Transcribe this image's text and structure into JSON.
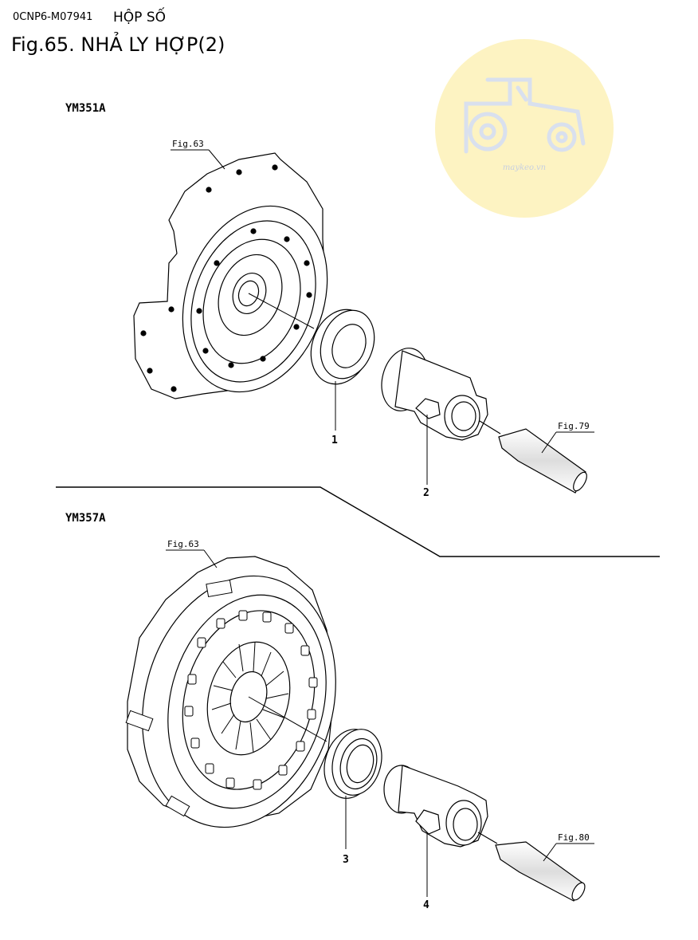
{
  "header": {
    "code": "0CNP6-M07941",
    "section": "HỘP SỐ",
    "figure_title": "Fig.65.  NHẢ LY HỢP(2)"
  },
  "watermark": {
    "text": "maykeo.vn",
    "icon": "tractor-logo-icon",
    "color": "#fdf3c2"
  },
  "models": [
    {
      "label": "YM351A",
      "refs": [
        "Fig.63",
        "Fig.79"
      ],
      "callouts": [
        "1",
        "2"
      ]
    },
    {
      "label": "YM357A",
      "refs": [
        "Fig.63",
        "Fig.80"
      ],
      "callouts": [
        "3",
        "4"
      ]
    }
  ]
}
